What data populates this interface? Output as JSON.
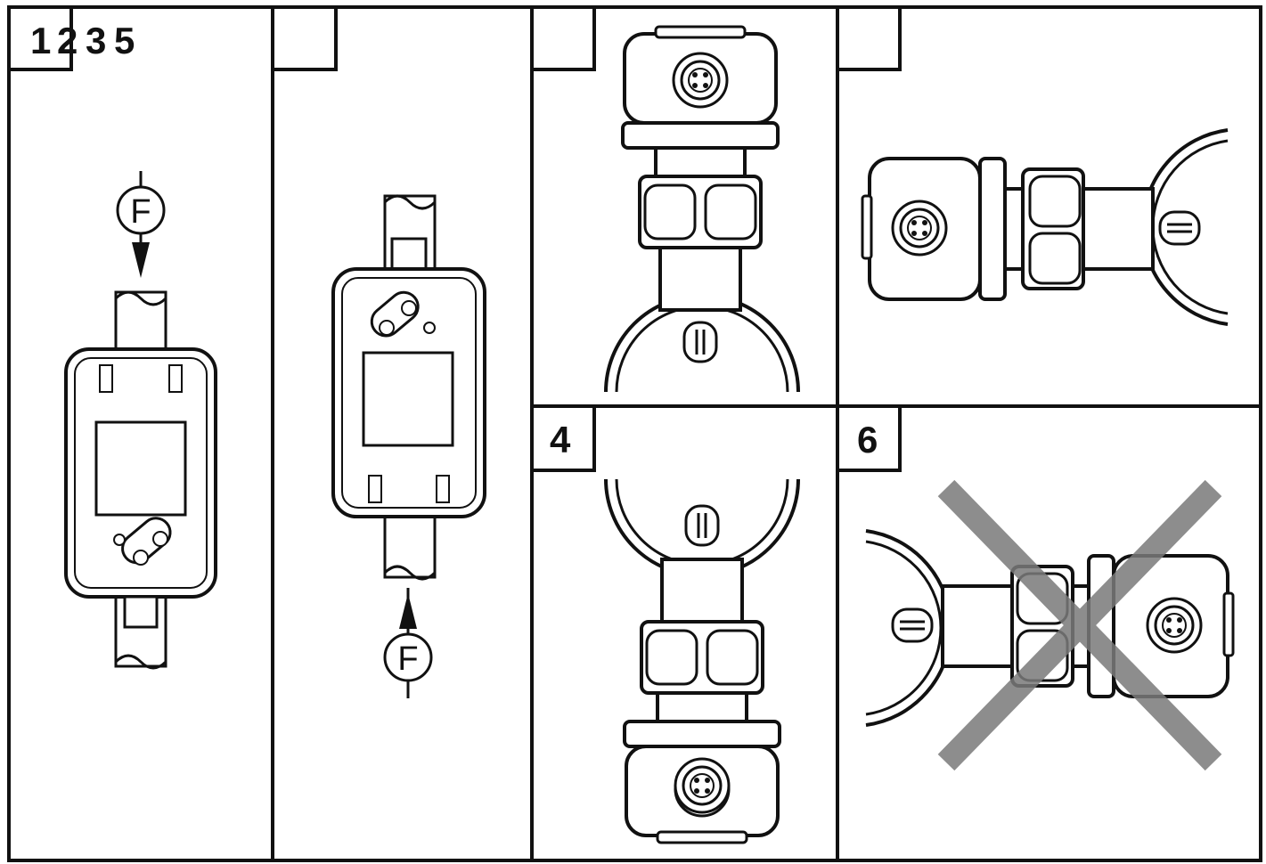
{
  "panels": [
    {
      "id": "p1",
      "label": "1",
      "label2": "2",
      "label3": "3",
      "label4": "5"
    },
    {
      "id": "p4",
      "label": "4"
    },
    {
      "id": "p6",
      "label": "6"
    }
  ],
  "flow_symbol": "F",
  "arrows": {
    "up": "▲",
    "down": "▼"
  },
  "colors": {
    "line": "#111111",
    "cross": "#7a7a7a"
  },
  "icons": [
    "flow-arrow-icon",
    "connector-icon",
    "cross-icon"
  ]
}
